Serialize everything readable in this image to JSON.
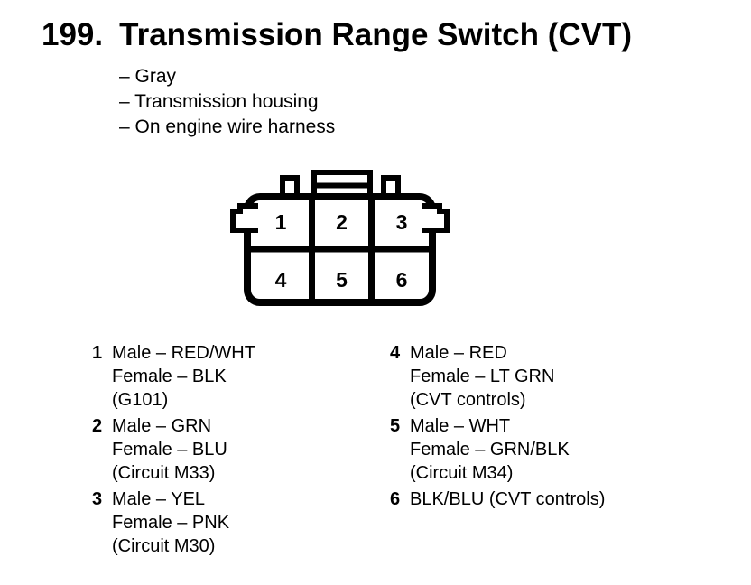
{
  "header": {
    "item_number": "199.",
    "title": "Transmission Range Switch (CVT)",
    "attributes": [
      "– Gray",
      "– Transmission housing",
      "– On engine wire harness"
    ]
  },
  "connector": {
    "pins": [
      "1",
      "2",
      "3",
      "4",
      "5",
      "6"
    ]
  },
  "legend": {
    "left_column": [
      {
        "pin": "1",
        "lines": [
          "Male – RED/WHT",
          "Female – BLK",
          "(G101)"
        ]
      },
      {
        "pin": "2",
        "lines": [
          "Male – GRN",
          "Female – BLU",
          "(Circuit M33)"
        ]
      },
      {
        "pin": "3",
        "lines": [
          "Male – YEL",
          "Female – PNK",
          "(Circuit M30)"
        ]
      }
    ],
    "right_column": [
      {
        "pin": "4",
        "lines": [
          "Male – RED",
          "Female – LT GRN",
          "(CVT controls)"
        ]
      },
      {
        "pin": "5",
        "lines": [
          "Male – WHT",
          "Female – GRN/BLK",
          "(Circuit M34)"
        ]
      },
      {
        "pin": "6",
        "lines": [
          "BLK/BLU (CVT controls)"
        ]
      }
    ]
  },
  "colors": {
    "ink": "#000000",
    "background": "#ffffff"
  }
}
